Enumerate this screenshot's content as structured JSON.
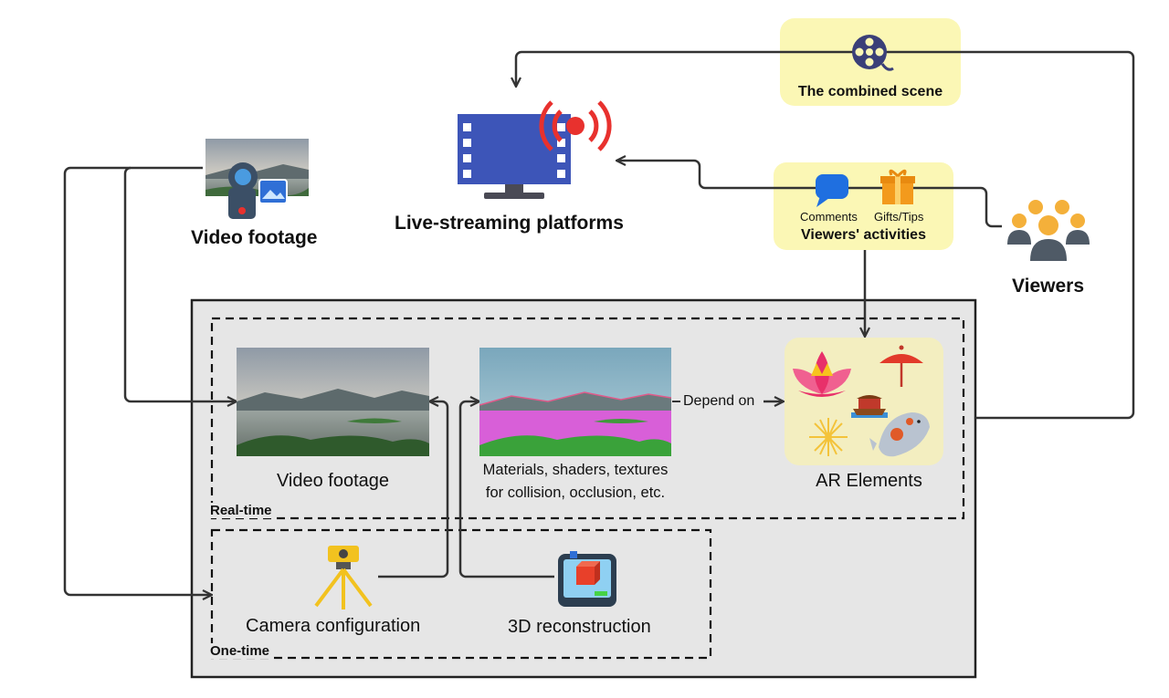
{
  "labels": {
    "combined_scene": "The combined scene",
    "live_streaming": "Live-streaming platforms",
    "video_footage_source": "Video footage",
    "comments": "Comments",
    "gifts_tips": "Gifts/Tips",
    "viewers_activities": "Viewers' activities",
    "viewers": "Viewers",
    "video_footage_realtime": "Video footage",
    "materials_line1": "Materials, shaders, textures",
    "materials_line2": "for collision, occlusion, etc.",
    "depend_on": "Depend on",
    "ar_elements": "AR Elements",
    "realtime_section": "Real-time",
    "camera_configuration": "Camera configuration",
    "reconstruction": "3D reconstruction",
    "onetime_section": "One-time"
  },
  "icons": [
    "film-reel-icon",
    "tv-broadcast-icon",
    "video-camera-icon",
    "comment-bubble-icon",
    "gift-icon",
    "viewers-group-icon",
    "lotus-icon",
    "umbrella-icon",
    "boat-icon",
    "firework-icon",
    "koi-fish-icon",
    "tripod-camera-icon",
    "3d-printer-icon"
  ],
  "colors": {
    "highlight_yellow": "#fbf7b5",
    "section_gray": "#e6e6e6",
    "arrow": "#333333",
    "tv_blue": "#3d55b8",
    "broadcast_red": "#e8312e",
    "mask_magenta": "#d85fd8"
  }
}
